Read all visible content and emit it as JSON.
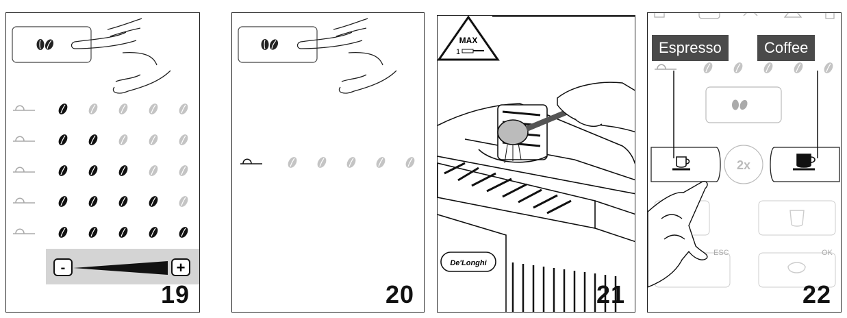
{
  "figures": {
    "f19": "19",
    "f20": "20",
    "f21": "21",
    "f22": "22"
  },
  "panel19": {
    "minus_symbol": "-",
    "plus_symbol": "+",
    "bean_levels": [
      1,
      2,
      3,
      4,
      5
    ],
    "beans_per_row": 5
  },
  "panel20": {
    "bean_level": 0,
    "beans_per_row": 5
  },
  "panel21": {
    "warning_max": "MAX",
    "warning_qty": "1",
    "brand_logo": "De'Longhi"
  },
  "panel22": {
    "label_espresso": "Espresso",
    "label_coffee": "Coffee",
    "double_label": "2x",
    "esc_label": "ESC",
    "ok_label": "OK"
  }
}
